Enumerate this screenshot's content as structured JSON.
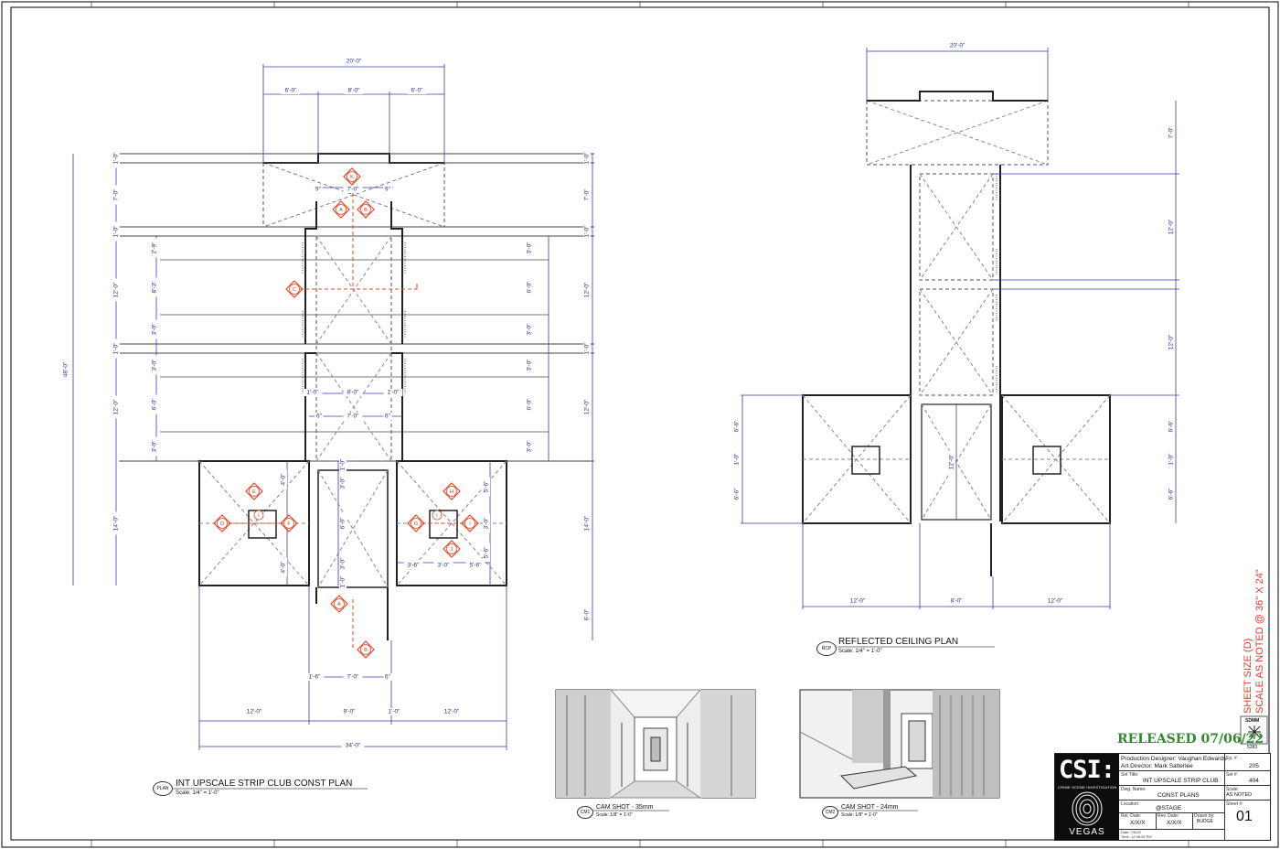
{
  "plan": {
    "title": "INT UPSCALE STRIP CLUB CONST PLAN",
    "scale": "Scale: 1/4\" = 1'-0\"",
    "badge": "PLAN",
    "dims": {
      "top_total": "20'-0\"",
      "top_left": "6'-0\"",
      "top_mid": "8'-0\"",
      "top_right": "6'-0\"",
      "overall_height": "48'-0\"",
      "left_1a": "1'-0\"",
      "left_7": "7'-0\"",
      "left_1b": "1'-0\"",
      "left_12a": "12'-0\"",
      "left_1c": "1'-0\"",
      "left_12b": "12'-0\"",
      "left_14": "14'-0\"",
      "inner_29": "2'-9\"",
      "inner_83": "8'-3\"",
      "inner_3a": "3'-0\"",
      "inner_3b": "3'-0\"",
      "inner_6": "6'-0\"",
      "inner_3c": "3'-0\"",
      "right_1a": "1'-0\"",
      "right_7": "7'-0\"",
      "right_1b": "1'-0\"",
      "right_12a": "12'-0\"",
      "right_1c": "1'-0\"",
      "right_12b": "12'-0\"",
      "right_14": "14'-0\"",
      "right_6": "6'-0\"",
      "rin_3a": "3'-0\"",
      "rin_6a": "6'-0\"",
      "rin_3b": "3'-0\"",
      "rin_3c": "3'-0\"",
      "rin_6b": "6'-0\"",
      "rin_3d": "3'-0\"",
      "corr_9a": "9\"",
      "corr_7a": "7'-0\"",
      "corr_9b": "9\"",
      "corr_1a": "1'-0\"",
      "corr_8": "8'-0\"",
      "corr_1b": "1'-0\"",
      "corr_6a": "6\"",
      "corr_7b": "7'-0\"",
      "corr_6b": "6\"",
      "c_1a": "1'-0\"",
      "c_3a": "3'-0\"",
      "c_6": "6'-0\"",
      "c_3b": "3'-0\"",
      "c_1b": "1'-0\"",
      "l_40a": "4'-0\"",
      "l_40b": "4'-0\"",
      "r_56a": "5'-6\"",
      "r_30a": "3'-0\"",
      "r_56b": "5'-6\"",
      "r_36": "3'-6\"",
      "r_30b": "3'-0\"",
      "r_56c": "5'-6\"",
      "bot_16": "1'-6\"",
      "bot_70": "7'-0\"",
      "bot_6": "6\"",
      "bot_12a": "12'-0\"",
      "bot_90": "9'-0\"",
      "bot_10": "1'-0\"",
      "bot_12b": "12'-0\"",
      "bot_total": "34'-0\""
    },
    "cams": [
      "K",
      "A",
      "B",
      "C",
      "E",
      "D",
      "F",
      "G",
      "H",
      "I",
      "J",
      "A",
      "B"
    ],
    "points": [
      "I",
      "I"
    ]
  },
  "rcp": {
    "title": "REFLECTED CEILING PLAN",
    "scale": "Scale: 1/4\" = 1'-0\"",
    "badge": "RCP",
    "dims": {
      "top": "20'-0\"",
      "r_7": "7'-0\"",
      "r_12a": "12'-0\"",
      "r_12b": "12'-0\"",
      "r_66a": "6'-6\"",
      "r_10": "1'-0\"",
      "r_66b": "6'-6\"",
      "l_66a": "6'-6\"",
      "l_10": "1'-0\"",
      "l_66b": "6'-6\"",
      "mid_12": "12'-0\"",
      "b_12a": "12'-0\"",
      "b_8": "8'-0\"",
      "b_12b": "12'-0\""
    }
  },
  "cam1": {
    "badge": "CM1",
    "title": "CAM SHOT - 35mm",
    "scale": "Scale: 1/8\" = 1'-0\""
  },
  "cam2": {
    "badge": "CM2",
    "title": "CAM SHOT - 24mm",
    "scale": "Scale: 1/8\" = 1'-0\""
  },
  "released": "RELEASED 07/06/22",
  "sheet_note": {
    "line1": "SHEET SIZE (D)",
    "line2": "SCALE AS NOTED @ 36\" X 24\""
  },
  "union": {
    "label": "SDMM",
    "number": "5383"
  },
  "titleblock": {
    "logo_main": "CSI:",
    "logo_sub": "CRIME SCENE INVESTIGATION",
    "logo_city": "VEGAS",
    "designer": "Production Designer:  Vaughan Edwards",
    "art_director": "Art Director:  Mark Satterlee",
    "set_title_label": "Set Title:",
    "set_title": "INT UPSCALE STRIP CLUB",
    "dwg_label": "Dwg. Name:",
    "dwg_name": "CONST PLANS",
    "location_label": "Location:",
    "location": "@STAGE",
    "rel_label": "Rel. Date:",
    "rel_value": "X/X/X",
    "rev_label": "Rev. Date:",
    "rev_value": "X/X/X",
    "drawn_label": "Drawn by:",
    "drawn_value": "BUDGE",
    "date_line": "Date: 7/6/22",
    "time_line": "Time: 12:08:25 PM",
    "ep_label": "Ep. #:",
    "ep_value": "205",
    "set_label": "Set #:",
    "set_value": "404",
    "scale_label": "Scale:",
    "scale_value": "AS NOTED",
    "sheet_label": "Sheet #:",
    "sheet_value": "01"
  }
}
